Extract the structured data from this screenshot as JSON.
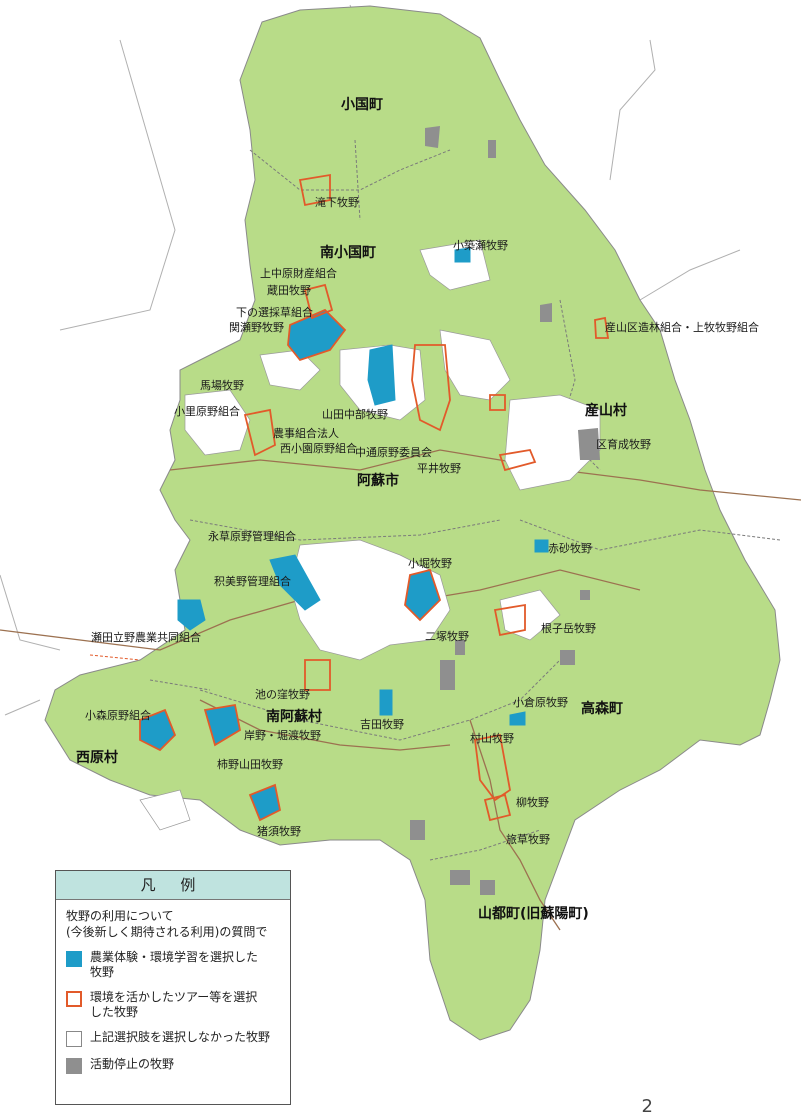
{
  "colors": {
    "land": "#b8dc88",
    "boundary": "#8a8a8a",
    "road": "#9c7150",
    "pasture_blue": "#1e9cc8",
    "pasture_red_outline": "#e25a2a",
    "pasture_none": "#ffffff",
    "pasture_inactive": "#8f8f8f"
  },
  "map": {
    "municipalities": [
      "小国町",
      "南小国町",
      "産山村",
      "阿蘇市",
      "高森町",
      "南阿蘇村",
      "西原村",
      "山都町(旧蘇陽町)"
    ],
    "pastures": [
      "滝下牧野",
      "小築瀬牧野",
      "上中原財産組合",
      "蔵田牧野",
      "下の選採草組合",
      "関瀬野牧野",
      "産山区造林組合・上牧牧野組合",
      "馬場牧野",
      "小里原野組合",
      "農事組合法人",
      "西小園原野組合",
      "山田中部牧野",
      "中通原野委員会",
      "平井牧野",
      "区育成牧野",
      "永草原野管理組合",
      "赤砂牧野",
      "小堀牧野",
      "积美野管理組合",
      "根子岳牧野",
      "瀬田立野農業共同組合",
      "二塚牧野",
      "池の窪牧野",
      "吉田牧野",
      "小倉原牧野",
      "村山牧野",
      "小森原野組合",
      "岸野・堀渡牧野",
      "柿野山田牧野",
      "柳牧野",
      "旅草牧野",
      "猪須牧野"
    ]
  },
  "legend": {
    "title": "凡 例",
    "description": "牧野の利用について\n(今後新しく期待される利用)の質問で",
    "items": [
      {
        "label": "農業体験・環境学習を選択した\n牧野",
        "swatch": "blue"
      },
      {
        "label": "環境を活かしたツアー等を選択\nした牧野",
        "swatch": "red-outline"
      },
      {
        "label": "上記選択肢を選択しなかった牧野",
        "swatch": "white"
      },
      {
        "label": "活動停止の牧野",
        "swatch": "gray"
      }
    ]
  },
  "page_number": "2"
}
